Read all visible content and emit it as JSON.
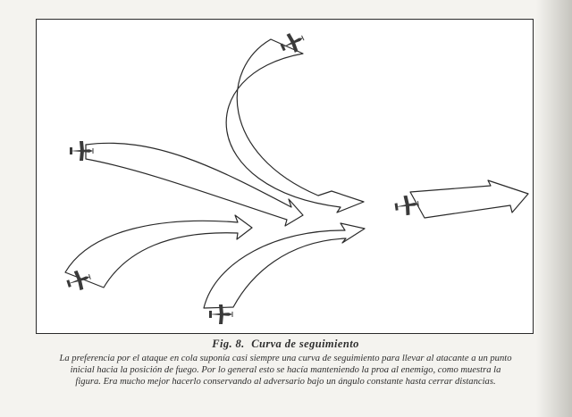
{
  "figure": {
    "number": "Fig. 8.",
    "title": "Curva de seguimiento",
    "caption_lines": [
      "La preferencia por el ataque en cola suponía casi siempre una curva de seguimiento para llevar al atacante a un punto",
      "inicial hacia la posición de fuego. Por lo general esto se hacía manteniendo la proa al enemigo, como muestra la",
      "figura. Era mucho mejor hacerlo conservando al adversario bajo un ángulo constante hasta cerrar distancias."
    ]
  },
  "colors": {
    "ink": "#2a2a2a",
    "paper": "#ffffff",
    "plane_dark": "#3a3a3a"
  },
  "icons": [
    "fighter-plane-icon",
    "curved-arrow-icon",
    "straight-arrow-icon"
  ]
}
